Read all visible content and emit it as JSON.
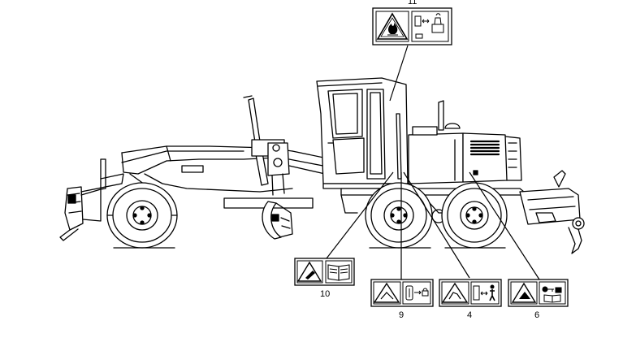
{
  "labels": {
    "label_11": "11",
    "label_10": "10",
    "label_9": "9",
    "label_4": "4",
    "label_6": "6"
  },
  "icons": {
    "decal_11": [
      "warning-triangle-icon",
      "fire-hazard-icon",
      "machine-distance-icon"
    ],
    "decal_10": [
      "warning-triangle-icon",
      "manual-book-icon"
    ],
    "decal_9": [
      "warning-triangle-icon",
      "lock-link-icon"
    ],
    "decal_4": [
      "warning-triangle-icon",
      "keep-distance-person-icon"
    ],
    "decal_6": [
      "warning-triangle-icon",
      "key-manual-icon"
    ]
  }
}
